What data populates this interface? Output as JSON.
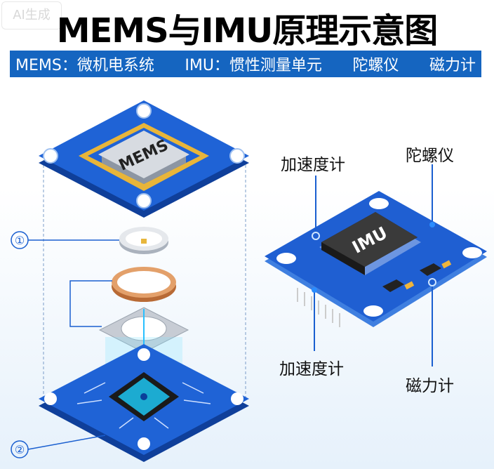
{
  "watermark": "AI生成",
  "title": "MEMS与IMU原理示意图",
  "banner": [
    "MEMS：微机电系统",
    "IMU：惯性测量单元",
    "陀螺仪",
    "磁力计"
  ],
  "left_diagram": {
    "chip_label": "MEMS",
    "markers": [
      "①",
      "②"
    ]
  },
  "right_diagram": {
    "chip_label": "IMU",
    "labels": {
      "accel_top": "加速度计",
      "gyro": "陀螺仪",
      "accel_bottom": "加速度计",
      "magnetometer": "磁力计"
    }
  },
  "colors": {
    "board": "#1a5fd0",
    "banner": "#1565c0",
    "chip": "#2b2b2b",
    "copper": "#d98b4e"
  }
}
